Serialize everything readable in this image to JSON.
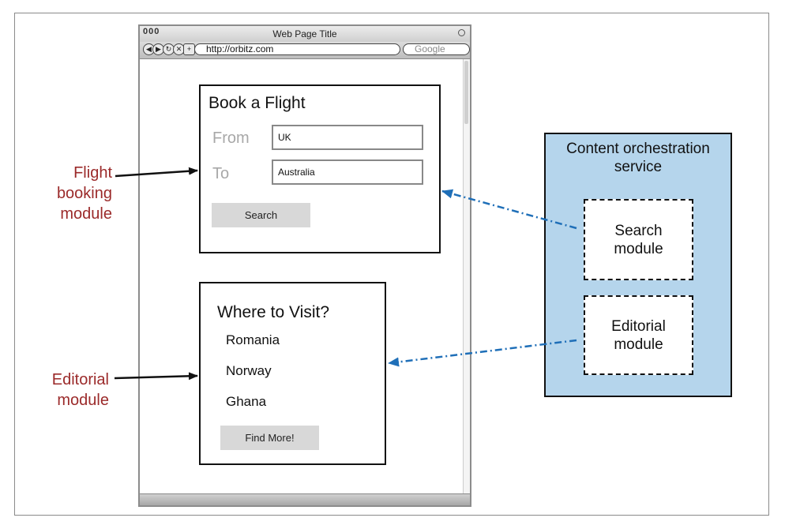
{
  "browser": {
    "window_title": "Web Page Title",
    "window_buttons": "000",
    "url": "http://orbitz.com",
    "search_placeholder": "Google"
  },
  "booking": {
    "title": "Book a Flight",
    "from_label": "From",
    "from_value": "UK",
    "to_label": "To",
    "to_value": "Australia",
    "search_button": "Search"
  },
  "editorial": {
    "title": "Where to Visit?",
    "destinations": [
      "Romania",
      "Norway",
      "Ghana"
    ],
    "find_more_button": "Find More!"
  },
  "labels": {
    "flight_booking": [
      "Flight",
      "booking",
      "module"
    ],
    "editorial": [
      "Editorial",
      "module"
    ]
  },
  "service": {
    "title_lines": [
      "Content orchestration",
      "service"
    ],
    "search_module": [
      "Search",
      "module"
    ],
    "editorial_module": [
      "Editorial",
      "module"
    ]
  },
  "colors": {
    "label_red": "#9b2a2a",
    "service_blue": "#b5d5ec",
    "arrow_blue": "#1f6fb8"
  }
}
